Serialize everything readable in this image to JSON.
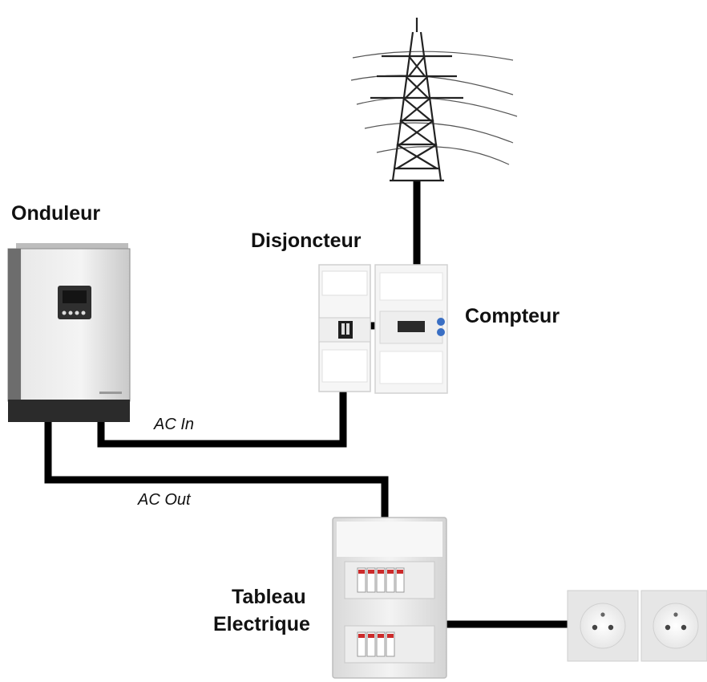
{
  "labels": {
    "inverter": "Onduleur",
    "breaker": "Disjoncteur",
    "meter": "Compteur",
    "panel_line1": "Tableau",
    "panel_line2": "Electrique",
    "ac_in": "AC In",
    "ac_out": "AC Out"
  },
  "colors": {
    "wire": "#000000",
    "inverter_body": "#dcdcdc",
    "inverter_base": "#2b2b2b",
    "meter_button": "#3a6fc4",
    "breaker_red": "#cc2b2b",
    "cabinet": "#ececec"
  },
  "icons": [
    "pylon-icon",
    "inverter-icon",
    "breaker-icon",
    "meter-icon",
    "panel-icon",
    "socket-icon"
  ]
}
